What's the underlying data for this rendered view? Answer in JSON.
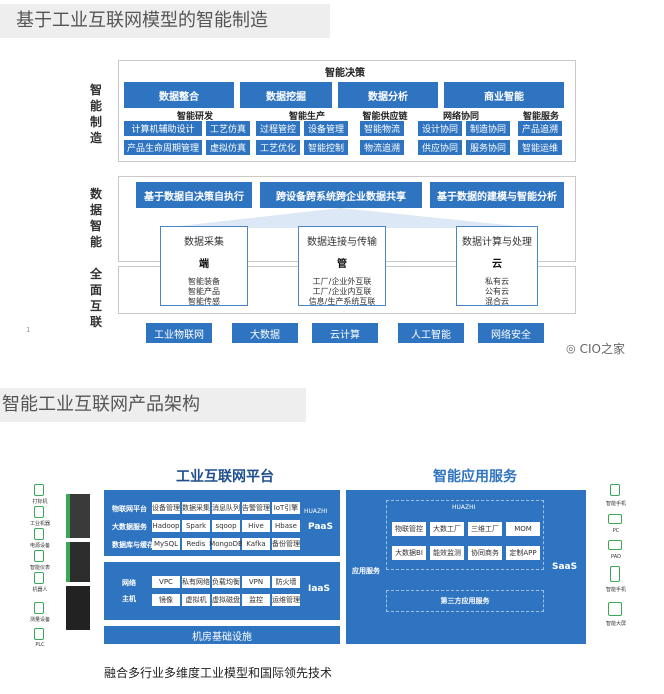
{
  "section1": {
    "title": "基于工业互联网模型的智能制造"
  },
  "section2": {
    "title": "智能工业互联网产品架构"
  },
  "left_labels": {
    "zhineng_zhizao": [
      "智",
      "能",
      "制",
      "造"
    ],
    "shuju_zhineng": [
      "数",
      "据",
      "智",
      "能"
    ],
    "quanmian_hulian": [
      "全",
      "面",
      "互",
      "联"
    ]
  },
  "top": {
    "decision_header": "智能决策",
    "decision_boxes": [
      "数据整合",
      "数据挖掘",
      "数据分析",
      "商业智能"
    ],
    "categories": [
      "智能研发",
      "智能生产",
      "智能供应链",
      "网络协同",
      "智能服务"
    ],
    "row1": [
      "计算机辅助设计",
      "工艺仿真",
      "过程管控",
      "设备管理",
      "智能物流",
      "设计协同",
      "制造协同",
      "产品追溯"
    ],
    "row2": [
      "产品生命周期管理",
      "虚拟仿真",
      "工艺优化",
      "智能控制",
      "物流追溯",
      "供应协同",
      "服务协同",
      "智能运维"
    ],
    "data_boxes": [
      "基于数据自决策自执行",
      "跨设备跨系统跨企业数据共享",
      "基于数据的建模与智能分析"
    ],
    "panels": [
      {
        "head": "数据采集",
        "key": "端",
        "lines": [
          "智能装备",
          "智能产品",
          "智能传感"
        ]
      },
      {
        "head": "数据连接与传输",
        "key": "管",
        "lines": [
          "工厂/企业外互联",
          "工厂/企业内互联",
          "信息/生产系统互联"
        ]
      },
      {
        "head": "数据计算与处理",
        "key": "云",
        "lines": [
          "私有云",
          "公有云",
          "混合云"
        ]
      }
    ],
    "bottom_pills": [
      "工业物联网",
      "大数据",
      "云计算",
      "人工智能",
      "网络安全"
    ],
    "page_num": "1",
    "watermark": "CIO之家"
  },
  "arch": {
    "left_title": "工业互联网平台",
    "right_title": "智能应用服务",
    "paas_rows": [
      {
        "label": "物联网平台",
        "cells": [
          "设备管理",
          "数据采集",
          "消息队列",
          "告警管理",
          "IoT引擎"
        ]
      },
      {
        "label": "大数据服务",
        "cells": [
          "Hadoop",
          "Spark",
          "sqoop",
          "Hive",
          "Hbase"
        ]
      },
      {
        "label": "数据库与缓存",
        "cells": [
          "MySQL",
          "Redis",
          "MongoDB",
          "Kafka",
          "备份管理"
        ]
      }
    ],
    "paas_brand": "HUAZHI",
    "paas_label": "PaaS",
    "iaas_rows": [
      {
        "label": "网络",
        "cells": [
          "VPC",
          "私有网络",
          "负载均衡",
          "VPN",
          "防火墙"
        ]
      },
      {
        "label": "主机",
        "cells": [
          "镜像",
          "虚拟机",
          "虚拟磁盘",
          "监控",
          "运维管理"
        ]
      }
    ],
    "iaas_label": "IaaS",
    "infra": "机房基础设施",
    "saas_brand": "HUAZHI",
    "saas_cells": [
      "物联管控",
      "大数工厂",
      "三维工厂",
      "MOM",
      "大数据BI",
      "能效监测",
      "协同商务",
      "定制APP"
    ],
    "saas_side": "应用服务",
    "saas_label": "SaaS",
    "third_party": "第三方应用服务",
    "left_devices": [
      "打标机",
      "工业机器",
      "电源设备",
      "智能仪表",
      "机器人",
      "测量设备",
      "PLC"
    ],
    "right_devices": [
      "智能手机",
      "PC",
      "PAD",
      "智能手机",
      "智能大屏"
    ],
    "footer": "融合多行业多维度工业模型和国际领先技术"
  },
  "colors": {
    "blue": "#2f74c0",
    "green": "#3aa856",
    "gray_bar": "#eeeeee"
  }
}
